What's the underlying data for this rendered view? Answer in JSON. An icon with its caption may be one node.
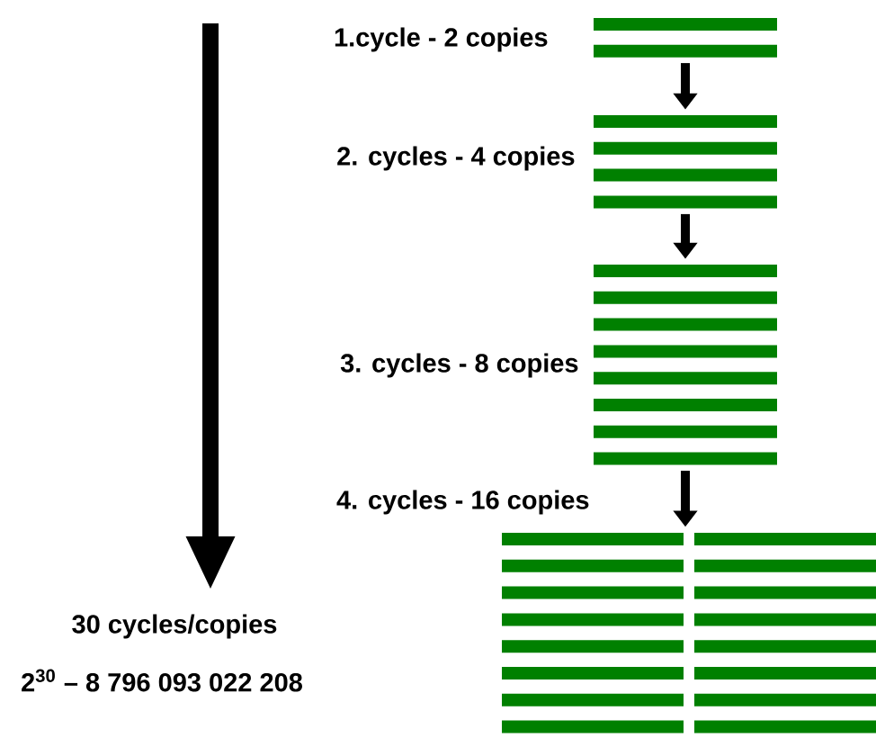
{
  "diagram": {
    "nodes": [
      {
        "text": [],
        "shape": "bar",
        "beside": [
          "1.cycle - 2 copies"
        ]
      },
      {
        "text": [],
        "shape": "bar",
        "beside": [
          "2. cycles - 4 copies"
        ]
      },
      {
        "text": [],
        "shape": "bar",
        "beside": [
          "3. cycles - 8 copies"
        ]
      },
      {
        "text": [],
        "shape": "bar",
        "beside": [
          "4. cycles - 16 copies"
        ]
      }
    ],
    "edges": [
      {
        "from": 0,
        "to": 1,
        "arrow": "to"
      },
      {
        "from": 1,
        "to": 2,
        "arrow": "to"
      },
      {
        "from": 2,
        "to": 3,
        "arrow": "to"
      }
    ],
    "labels": [
      "30 cycles/copies",
      "2$^{30}$ – 8 796 093 022 208"
    ]
  }
}
